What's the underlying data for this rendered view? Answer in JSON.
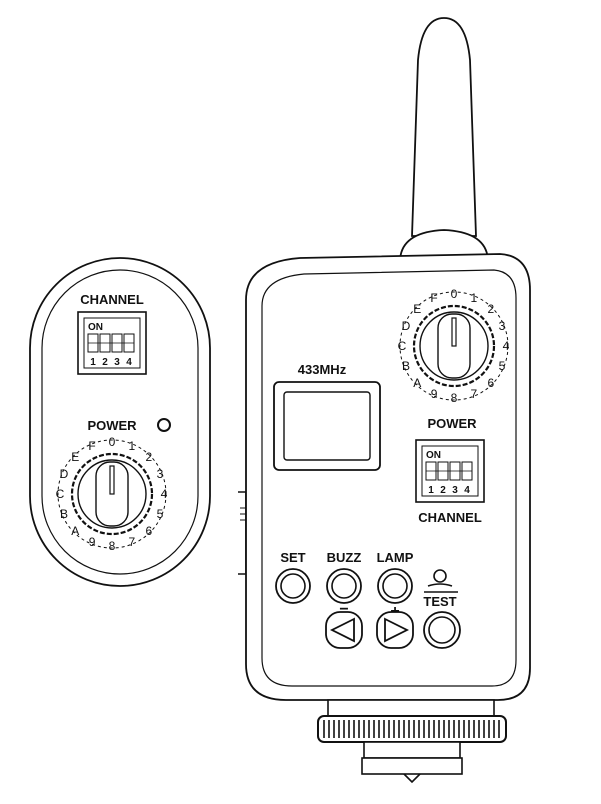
{
  "receiver": {
    "channel_label": "CHANNEL",
    "dip_on_label": "ON",
    "dip_numbers": [
      "1",
      "2",
      "3",
      "4"
    ],
    "power_label": "POWER",
    "dial_values": [
      "0",
      "1",
      "2",
      "3",
      "4",
      "5",
      "6",
      "7",
      "8",
      "9",
      "A",
      "B",
      "C",
      "D",
      "E",
      "F"
    ]
  },
  "transmitter": {
    "frequency_label": "433MHz",
    "power_label": "POWER",
    "channel_label": "CHANNEL",
    "dip_on_label": "ON",
    "dip_numbers": [
      "1",
      "2",
      "3",
      "4"
    ],
    "dial_values": [
      "0",
      "1",
      "2",
      "3",
      "4",
      "5",
      "6",
      "7",
      "8",
      "9",
      "A",
      "B",
      "C",
      "D",
      "E",
      "F"
    ],
    "buttons": {
      "set": "SET",
      "buzz": "BUZZ",
      "lamp": "LAMP",
      "test": "TEST",
      "minus": "−",
      "plus": "+"
    }
  }
}
